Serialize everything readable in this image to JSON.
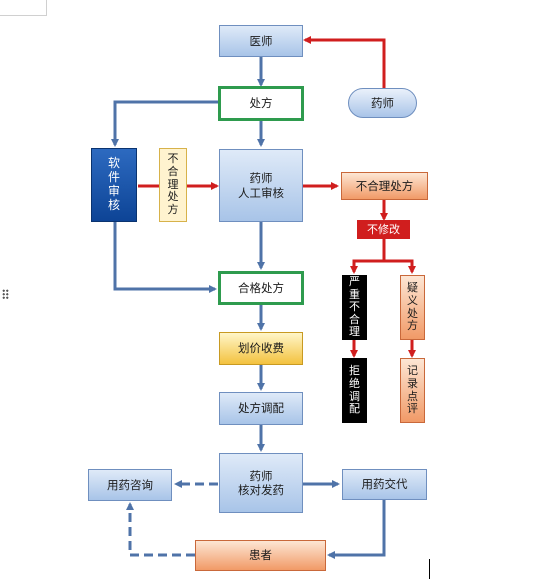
{
  "nodes": {
    "doctor": "医师",
    "prescription": "处方",
    "pharmacist_top": "药师",
    "software_review": "软件审核",
    "unreasonable_left": "不合理处方",
    "manual_review_l1": "药师",
    "manual_review_l2": "人工审核",
    "unreasonable_right": "不合理处方",
    "not_modified": "不修改",
    "seriously_unreasonable": "严重不合理",
    "questionable": "疑义处方",
    "refuse_dispense": "拒绝调配",
    "record_comment": "记录点评",
    "qualified": "合格处方",
    "pricing": "划价收费",
    "dispensing": "处方调配",
    "check_l1": "药师",
    "check_l2": "核对发药",
    "consult": "用药咨询",
    "instruct": "用药交代",
    "patient": "患者"
  },
  "colors": {
    "blue_arrow": "#4f73a8",
    "red_arrow": "#d01e1e",
    "green_border": "#2e9b4e"
  }
}
